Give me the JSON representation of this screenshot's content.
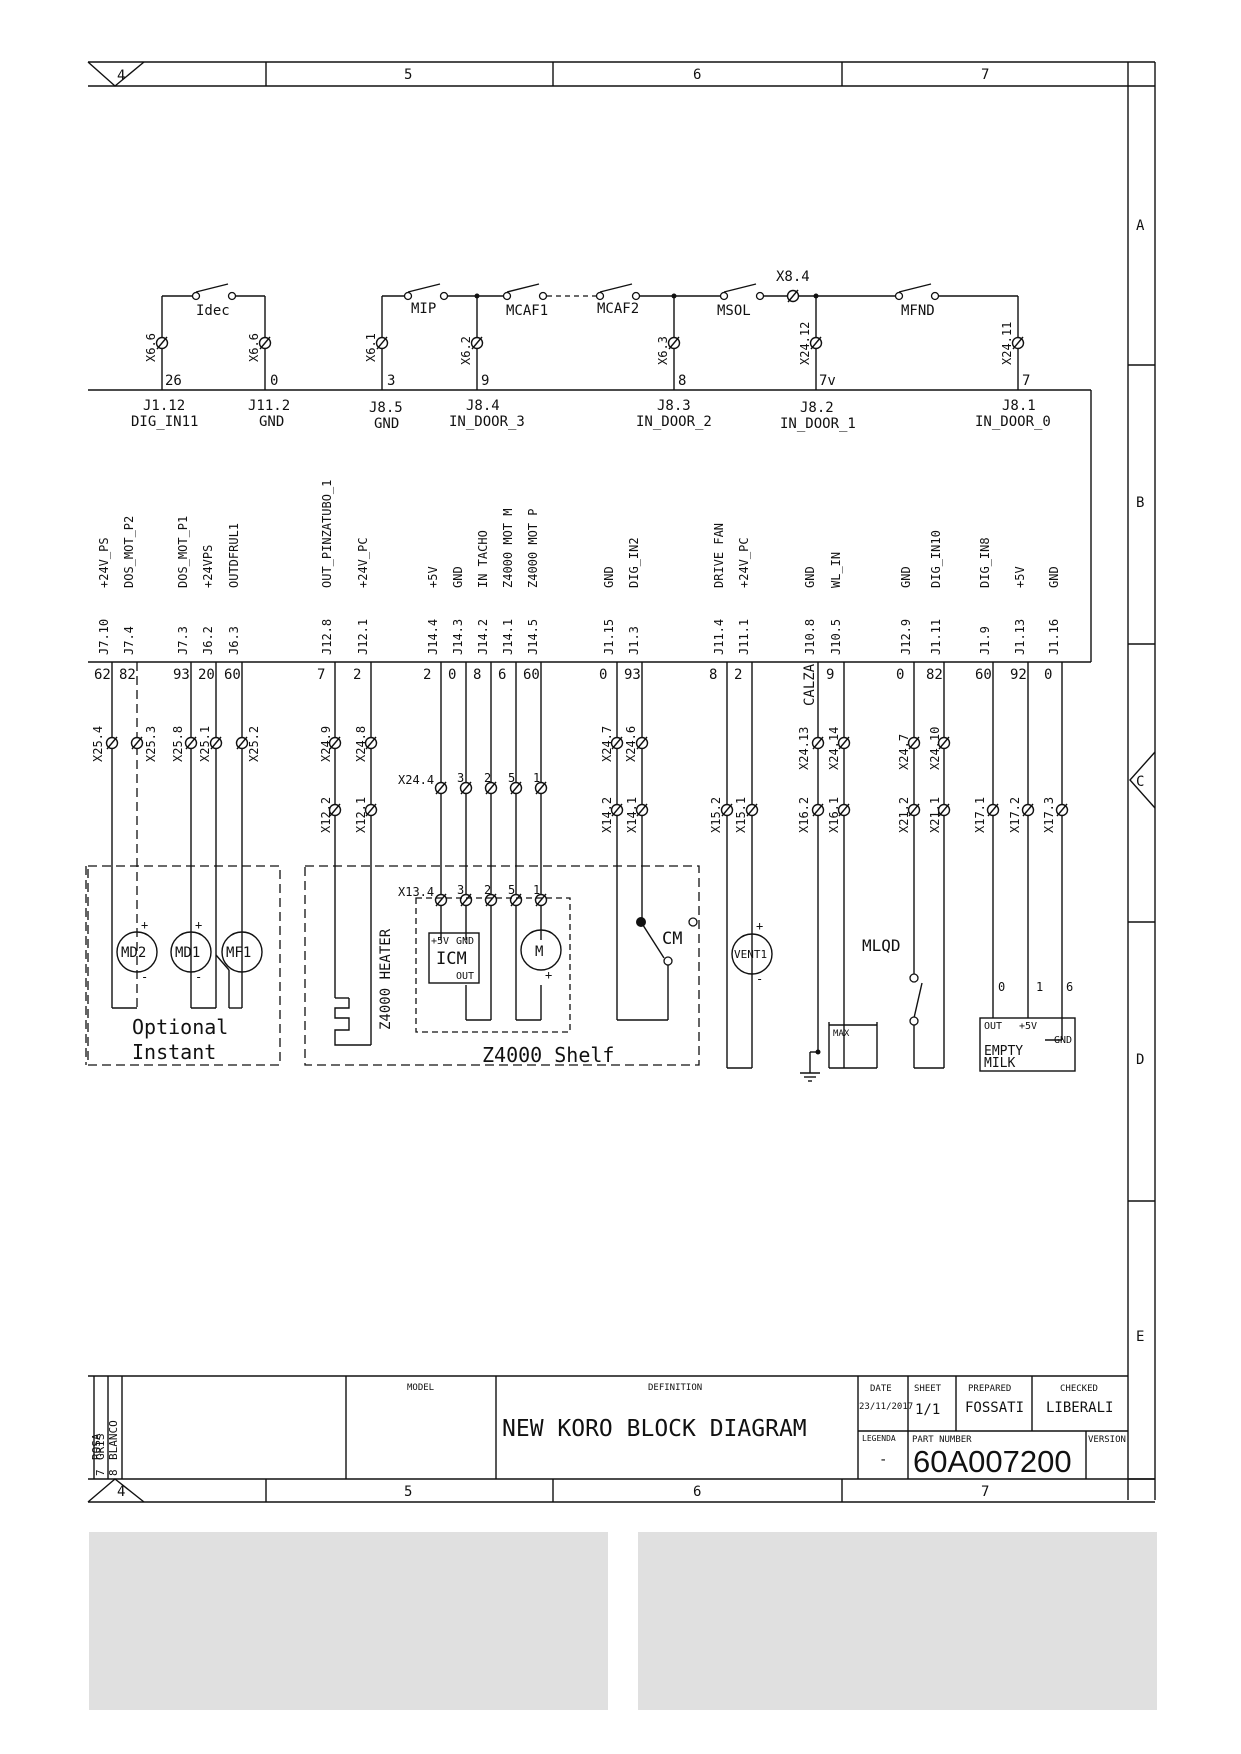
{
  "frame": {
    "cols_top": [
      "4",
      "5",
      "6",
      "7"
    ],
    "cols_bottom": [
      "4",
      "5",
      "6",
      "7"
    ],
    "rows_right": [
      "A",
      "B",
      "C",
      "D",
      "E"
    ]
  },
  "top_switches": {
    "idec": {
      "name": "Idec",
      "left_terminal": "X6.6",
      "right_terminal": "X6.6",
      "left_wire": "26",
      "right_wire": "0"
    },
    "chain": [
      {
        "name": "MIP"
      },
      {
        "name": "MCAF1"
      },
      {
        "name": "MCAF2"
      },
      {
        "name": "MSOL"
      },
      {
        "name": "MFND"
      }
    ],
    "x84": "X8.4",
    "drops": [
      {
        "terminal": "X6.1",
        "wire": "3"
      },
      {
        "terminal": "X6.2",
        "wire": "9"
      },
      {
        "terminal": "X6.3",
        "wire": "8"
      },
      {
        "terminal": "X24.12",
        "wire": "7v"
      },
      {
        "terminal": "X24.11",
        "wire": "7"
      }
    ]
  },
  "board_top_labels": [
    {
      "pin": "J1.12",
      "sig": "DIG_IN11"
    },
    {
      "pin": "J11.2",
      "sig": "GND"
    },
    {
      "pin": "J8.5",
      "sig": "GND"
    },
    {
      "pin": "J8.4",
      "sig": "IN_DOOR_3"
    },
    {
      "pin": "J8.3",
      "sig": "IN_DOOR_2"
    },
    {
      "pin": "J8.2",
      "sig": "IN_DOOR_1"
    },
    {
      "pin": "J8.1",
      "sig": "IN_DOOR_0"
    }
  ],
  "connectors": [
    {
      "sig": "+24V_PS",
      "pin": "J7.10",
      "wire": "62"
    },
    {
      "sig": "DOS_MOT_P2",
      "pin": "J7.4",
      "wire": "82"
    },
    {
      "sig": "DOS_MOT_P1",
      "pin": "J7.3",
      "wire": "93"
    },
    {
      "sig": "+24VPS",
      "pin": "J6.2",
      "wire": "20"
    },
    {
      "sig": "OUTDFRUL1",
      "pin": "J6.3",
      "wire": "60"
    },
    {
      "sig": "OUT_PINZATUBO_1",
      "pin": "J12.8",
      "wire": "7"
    },
    {
      "sig": "+24V_PC",
      "pin": "J12.1",
      "wire": "2"
    },
    {
      "sig": "+5V",
      "pin": "J14.4",
      "wire": "2"
    },
    {
      "sig": "GND",
      "pin": "J14.3",
      "wire": "0"
    },
    {
      "sig": "IN TACHO",
      "pin": "J14.2",
      "wire": "8"
    },
    {
      "sig": "Z4000 MOT M",
      "pin": "J14.1",
      "wire": "6"
    },
    {
      "sig": "Z4000 MOT P",
      "pin": "J14.5",
      "wire": "60"
    },
    {
      "sig": "GND",
      "pin": "J1.15",
      "wire": "0"
    },
    {
      "sig": "DIG_IN2",
      "pin": "J1.3",
      "wire": "93"
    },
    {
      "sig": "DRIVE FAN",
      "pin": "J11.4",
      "wire": "8"
    },
    {
      "sig": "+24V_PC",
      "pin": "J11.1",
      "wire": "2"
    },
    {
      "sig": "GND",
      "pin": "J10.8",
      "wire": "CALZA"
    },
    {
      "sig": "WL_IN",
      "pin": "J10.5",
      "wire": "9"
    },
    {
      "sig": "GND",
      "pin": "J12.9",
      "wire": "0"
    },
    {
      "sig": "DIG_IN10",
      "pin": "J1.11",
      "wire": "82"
    },
    {
      "sig": "DIG_IN8",
      "pin": "J1.9",
      "wire": "60"
    },
    {
      "sig": "+5V",
      "pin": "J1.13",
      "wire": "92"
    },
    {
      "sig": "GND",
      "pin": "J1.16",
      "wire": "0"
    }
  ],
  "terminals_row1": [
    "X25.4",
    "X25.3",
    "X25.8",
    "X25.1",
    "X25.2",
    "X24.9",
    "X24.8",
    "X24.7",
    "X24.6",
    "X24.13",
    "X24.14",
    "X24.7",
    "X24.10"
  ],
  "terminals_row2": [
    "X12.2",
    "X12.1",
    "X14.2",
    "X14.1",
    "X15.2",
    "X15.1",
    "X16.2",
    "X16.1",
    "X21.2",
    "X21.1",
    "X17.1",
    "X17.2",
    "X17.3"
  ],
  "block_x244": {
    "label": "X24.4",
    "nums": [
      "3",
      "2",
      "5",
      "1"
    ]
  },
  "block_x134": {
    "label": "X13.4",
    "nums": [
      "3",
      "2",
      "5",
      "1"
    ]
  },
  "components": {
    "md2": "MD2",
    "md1": "MD1",
    "mf1": "MF1",
    "optional_line1": "Optional",
    "optional_line2": "Instant",
    "heater": "Z4000 HEATER",
    "icm": "ICM",
    "icm_5v": "+5V",
    "icm_gnd": "GND",
    "icm_out": "OUT",
    "motor": "M",
    "shelf": "Z4000 Shelf",
    "cm": "CM",
    "vent": "VENT1",
    "max": "MAX",
    "mlqd": "MLQD",
    "milk_out": "OUT",
    "milk_5v": "+5V",
    "milk_gnd": "GND",
    "milk_line1": "EMPTY",
    "milk_line2": "MILK",
    "milk_wires": [
      "0",
      "1",
      "6"
    ],
    "plus": "+",
    "minus": "-"
  },
  "title_block": {
    "legend_codes": [
      "7",
      "8",
      "9"
    ],
    "legend_colors": [
      "ROSA",
      "GRIS",
      "BLANCO"
    ],
    "model_label": "MODEL",
    "definition_label": "DEFINITION",
    "title": "NEW KORO BLOCK DIAGRAM",
    "date_label": "DATE",
    "date": "23/11/2017",
    "sheet_label": "SHEET",
    "sheet": "1/1",
    "prepared_label": "PREPARED",
    "prepared": "FOSSATI",
    "checked_label": "CHECKED",
    "checked": "LIBERALI",
    "legenda_label": "LEGENDA",
    "legenda": "-",
    "part_label": "PART NUMBER",
    "part_number": "60A007200",
    "version_label": "VERSION"
  }
}
